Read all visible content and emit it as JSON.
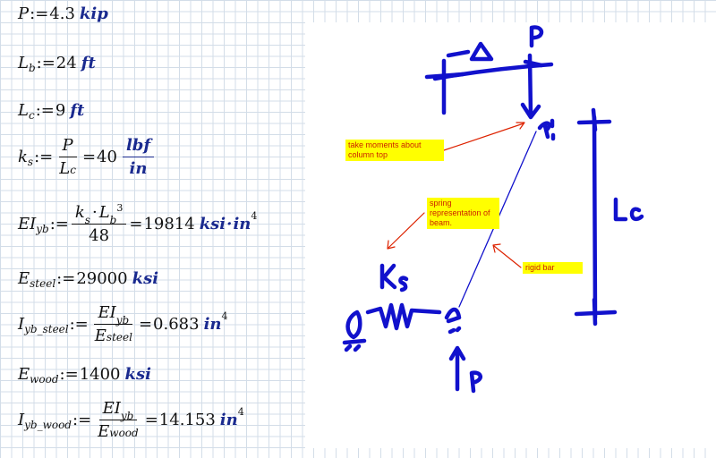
{
  "worksheet": {
    "eq1": {
      "var": "P",
      "assign": ":=",
      "value": "4.3",
      "unit": "kip"
    },
    "eq2": {
      "var": "L",
      "sub": "b",
      "assign": ":=",
      "value": "24",
      "unit": "ft"
    },
    "eq3": {
      "var": "L",
      "sub": "c",
      "assign": ":=",
      "value": "9",
      "unit": "ft"
    },
    "eq4": {
      "var": "k",
      "sub": "s",
      "assign": ":=",
      "num": "P",
      "den_var": "L",
      "den_sub": "c",
      "eq": "=",
      "value": "40",
      "unit_num": "lbf",
      "unit_den": "in"
    },
    "eq5": {
      "var": "EI",
      "sub": "yb",
      "assign": ":=",
      "num_a": "k",
      "num_a_sub": "s",
      "dot": "·",
      "num_b": "L",
      "num_b_sub": "b",
      "num_b_exp": "3",
      "den": "48",
      "eq": "=",
      "value": "19814",
      "unit": "ksi",
      "dot2": "·",
      "unit2": "in",
      "unit2_exp": "4"
    },
    "eq6": {
      "var": "E",
      "sub": "steel",
      "assign": ":=",
      "value": "29000",
      "unit": "ksi"
    },
    "eq7": {
      "var": "I",
      "sub": "yb_steel",
      "assign": ":=",
      "num": "EI",
      "num_sub": "yb",
      "den": "E",
      "den_sub": "steel",
      "eq": "=",
      "value": "0.683",
      "unit": "in",
      "unit_exp": "4"
    },
    "eq8": {
      "var": "E",
      "sub": "wood",
      "assign": ":=",
      "value": "1400",
      "unit": "ksi"
    },
    "eq9": {
      "var": "I",
      "sub": "yb_wood",
      "assign": ":=",
      "num": "EI",
      "num_sub": "yb",
      "den": "E",
      "den_sub": "wood",
      "eq": "=",
      "value": "14.153",
      "unit": "in",
      "unit_exp": "4"
    }
  },
  "sketch": {
    "annotations": {
      "moments": "take moments about column top",
      "spring": "spring representation of beam.",
      "rigid": "rigid bar"
    },
    "colors": {
      "ink": "#1111cc",
      "annotation_bg": "#ffff00",
      "annotation_red": "#cc2200",
      "arrow_red": "#dd2200"
    }
  }
}
